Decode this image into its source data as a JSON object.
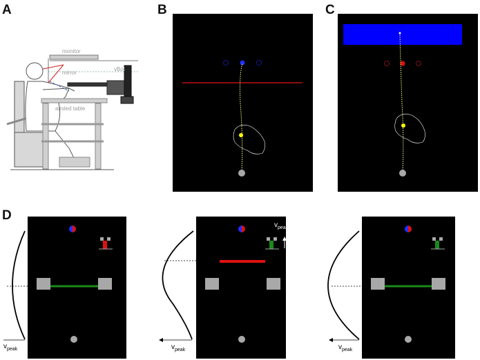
{
  "panels": {
    "A": {
      "label": "A",
      "parts": {
        "monitor": "monitor",
        "mirror": "mirror",
        "vbot": "vBot",
        "table": "airsled table"
      }
    },
    "B": {
      "label": "B"
    },
    "C": {
      "label": "C"
    },
    "D": {
      "label": "D",
      "vpeak_label": "v",
      "vpeak_sub": "peak"
    }
  },
  "colors": {
    "screen": "#000000",
    "obstacle_red": "#e01010",
    "bar_green": "#1a8a1a",
    "target_blue": "#0000ff",
    "cursor_yellow": "#ffff00",
    "start_gray": "#a8a8a8"
  }
}
